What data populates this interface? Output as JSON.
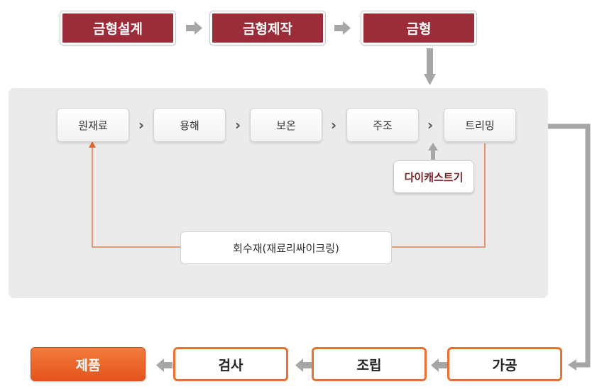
{
  "mold_flow": [
    "금형설계",
    "금형제작",
    "금형"
  ],
  "process_steps": [
    "원재료",
    "용해",
    "보온",
    "주조",
    "트리밍"
  ],
  "die_casting": "다이캐스트기",
  "recycle": "회수재(재료리싸이크링)",
  "finishing": {
    "machining": "가공",
    "assembly": "조립",
    "inspection": "검사",
    "product": "제품"
  },
  "colors": {
    "mold": "#9b2c38",
    "gray_arrow": "#a6a6a6",
    "orange": "#ec6f2d",
    "recycle_line": "#e8642a",
    "panel": "#ebebeb"
  },
  "icons": {
    "flow_arrow": "arrow-right-icon",
    "step_separator": "chevron-right-icon"
  }
}
